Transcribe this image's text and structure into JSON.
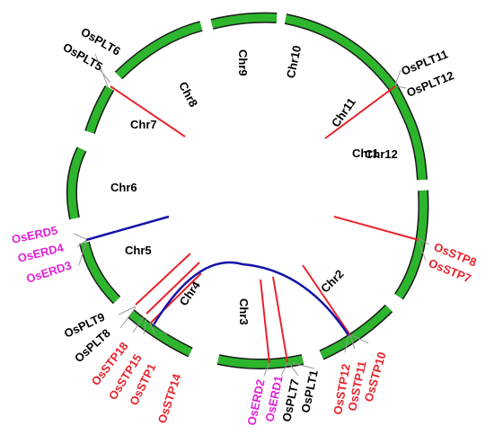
{
  "colors": {
    "chromosome_fill": "#2db52d",
    "chromosome_stroke": "#1a1a1a",
    "red": "#e8232c",
    "blue": "#1414a8",
    "magenta": "#e020d8",
    "black": "#000000",
    "leader": "#9a9a9a"
  },
  "chromosomes": [
    "Chr1",
    "Chr2",
    "Chr3",
    "Chr4",
    "Chr5",
    "Chr6",
    "Chr7",
    "Chr8",
    "Chr9",
    "Chr10",
    "Chr11",
    "Chr12"
  ],
  "genes": {
    "plt6": "OsPLT6",
    "plt5": "OsPLT5",
    "plt11": "OsPLT11",
    "plt12": "OsPLT12",
    "stp8": "OsSTP8",
    "stp7": "OsSTP7",
    "erd5": "OsERD5",
    "erd4": "OsERD4",
    "erd3": "OsERD3",
    "plt9": "OsPLT9",
    "plt8": "OsPLT8",
    "stp18": "OsSTP18",
    "stp15": "OsSTP15",
    "stp1": "OsSTP1",
    "stp14": "OsSTP14",
    "erd2": "OsERD2",
    "erd1": "OsERD1",
    "plt7": "OsPLT7",
    "plt1": "OsPLT1",
    "stp12": "OsSTP12",
    "stp11": "OsSTP11",
    "stp10": "OsSTP10"
  }
}
